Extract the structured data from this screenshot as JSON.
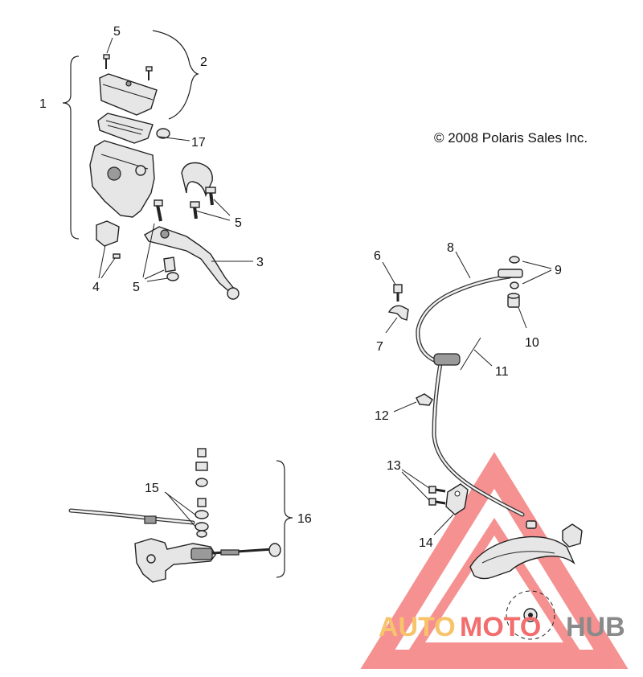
{
  "copyright": "© 2008 Polaris Sales Inc.",
  "callouts": {
    "c1": "1",
    "c2": "2",
    "c3": "3",
    "c4": "4",
    "c5a": "5",
    "c5b": "5",
    "c5c": "5",
    "c6": "6",
    "c7": "7",
    "c8": "8",
    "c9": "9",
    "c10": "10",
    "c11": "11",
    "c12": "12",
    "c13": "13",
    "c14": "14",
    "c15": "15",
    "c16": "16",
    "c17": "17"
  },
  "watermark": {
    "text_a": "AUTO",
    "text_b": "MOTO",
    "text_c": "HUB",
    "color_a": "#f7c36b",
    "color_b": "#f26d6d",
    "color_c": "#8a8a8a",
    "triangle_color": "#f26d6d"
  }
}
